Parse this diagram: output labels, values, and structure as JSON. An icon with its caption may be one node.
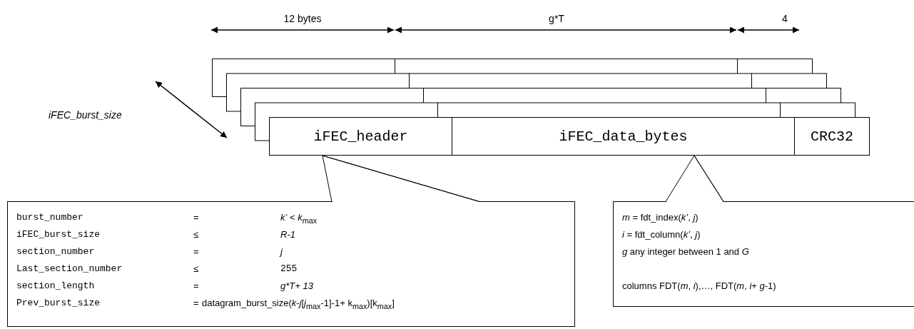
{
  "diagram": {
    "nodes": [
      {
        "text": [
          "iFEC_header"
        ]
      },
      {
        "text": [
          "iFEC_data_bytes"
        ]
      },
      {
        "text": [
          "CRC32"
        ]
      },
      {
        "text": [
          "burst_number",
          "=",
          "*k’* < *k*$_{max}$",
          "iFEC_burst_size",
          "≤",
          "*R-1*",
          "section_number",
          "=",
          "*j*",
          "Last_section_number",
          "≤",
          "255",
          "section_length",
          "=",
          "g*T+ 13",
          "Prev_burst_size",
          "=",
          "datagram_burst_size(*k*-*j*[*j*$_{max}$-1]-1+ k$_{max}$)[k$_{max}$]"
        ]
      },
      {
        "text": [
          "*m* = fdt_index(*k’*, *j*)",
          "*i* = fdt_column(*k’*, *j*)",
          "*g* any integer between 1 and *G*",
          "columns FDT(*m*, *i*),…, FDT(*m*, *i*+ *g*-1)"
        ]
      }
    ],
    "edges": [
      {
        "from": 3,
        "to": 0,
        "arrow": "none"
      },
      {
        "from": 4,
        "to": 1,
        "arrow": "none"
      }
    ],
    "labels": [
      "12 bytes",
      "g*T",
      "4",
      "iFEC_burst_size"
    ]
  }
}
